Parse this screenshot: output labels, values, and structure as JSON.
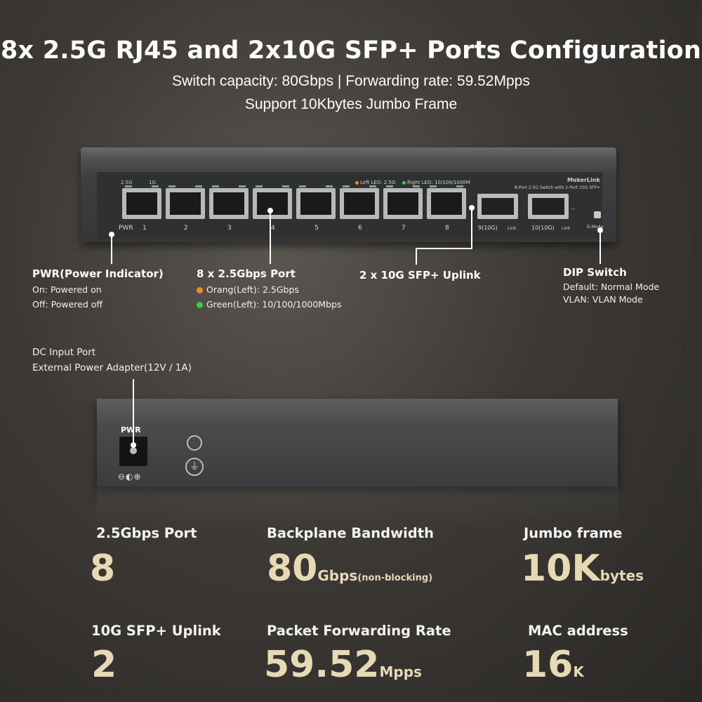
{
  "header": {
    "title": "8x 2.5G RJ45 and 2x10G SFP+ Ports Configuration",
    "subtitle1": "Switch capacity: 80Gbps | Forwarding rate: 59.52Mpps",
    "subtitle2": "Support 10Kbytes Jumbo Frame"
  },
  "front_panel": {
    "brand": "MokerLink",
    "model_text": "8-Port 2.5G Switch with 2-Port 10G SFP+",
    "speed_marks": [
      "2.5G",
      "1G"
    ],
    "led_legend_left": "Left LED: 2.5G",
    "led_legend_right": "Right LED: 10/100/1000M",
    "pwr_label": "PWR",
    "port_numbers": [
      "1",
      "2",
      "3",
      "4",
      "5",
      "6",
      "7",
      "8"
    ],
    "sfp_labels": [
      "9(10G)",
      "10(10G)"
    ],
    "sfp_link": "Link",
    "dip_label": "D-Mode"
  },
  "callouts": {
    "pwr": {
      "title": "PWR(Power Indicator)",
      "line1": "On: Powered on",
      "line2": "Off: Powered off"
    },
    "ports": {
      "title": "8 x 2.5Gbps Port",
      "line1": "Orang(Left): 2.5Gbps",
      "line2": "Green(Left): 10/100/1000Mbps"
    },
    "sfp": {
      "title": "2 x 10G SFP+ Uplink"
    },
    "dip": {
      "title": "DIP Switch",
      "line1": "Default: Normal Mode",
      "line2": "VLAN: VLAN Mode"
    },
    "dc": {
      "line1": "DC Input Port",
      "line2": "External Power Adapter(12V / 1A)"
    }
  },
  "back_panel": {
    "pwr_label": "PWR"
  },
  "stats": [
    {
      "label": "2.5Gbps Port",
      "value": "8",
      "unit": "",
      "unit_note": ""
    },
    {
      "label": "Backplane Bandwidth",
      "value": "80",
      "unit": "Gbps",
      "unit_note": "(non-blocking)"
    },
    {
      "label": "Jumbo frame",
      "value": "10K",
      "unit": "bytes",
      "unit_note": ""
    },
    {
      "label": "10G SFP+ Uplink",
      "value": "2",
      "unit": "",
      "unit_note": ""
    },
    {
      "label": "Packet Forwarding Rate",
      "value": "59.52",
      "unit": "Mpps",
      "unit_note": ""
    },
    {
      "label": "MAC address",
      "value": "16",
      "unit": "K",
      "unit_note": ""
    }
  ],
  "colors": {
    "orange_led": "#f08a24",
    "green_led": "#3ccf3c",
    "stat_value": "#e8d9b5"
  }
}
